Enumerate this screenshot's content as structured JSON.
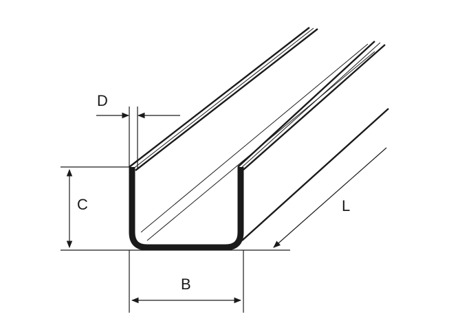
{
  "labels": {
    "d": "D",
    "c": "C",
    "b": "B",
    "l": "L"
  },
  "colors": {
    "ink": "#1a1a1a",
    "background": "#ffffff"
  }
}
